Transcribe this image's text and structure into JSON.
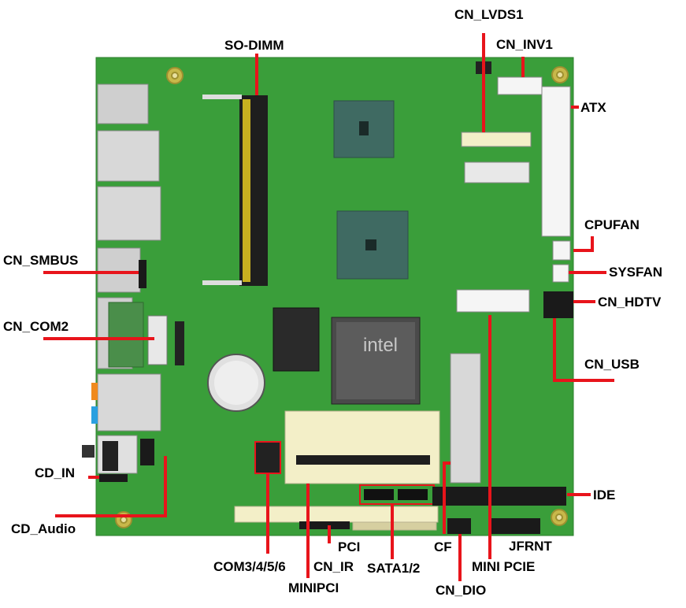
{
  "labels": {
    "so_dimm": "SO-DIMM",
    "cn_lvds1": "CN_LVDS1",
    "cn_inv1": "CN_INV1",
    "atx": "ATX",
    "cpufan": "CPUFAN",
    "sysfan": "SYSFAN",
    "cn_hdtv": "CN_HDTV",
    "cn_usb": "CN_USB",
    "ide": "IDE",
    "cn_smbus": "CN_SMBUS",
    "cn_com2": "CN_COM2",
    "cd_in": "CD_IN",
    "cd_audio": "CD_Audio",
    "com3456": "COM3/4/5/6",
    "minipci": "MINIPCI",
    "pci": "PCI",
    "cn_ir": "CN_IR",
    "sata12": "SATA1/2",
    "cf": "CF",
    "cn_dio": "CN_DIO",
    "mini_pcie": "MINI PCIE",
    "jfrnt": "JFRNT"
  },
  "chip_logo": "intel",
  "colors": {
    "board": "#3a9e3a",
    "leader": "#e8141b",
    "chip": "#3f6a62",
    "slot": "#f3efc8"
  }
}
